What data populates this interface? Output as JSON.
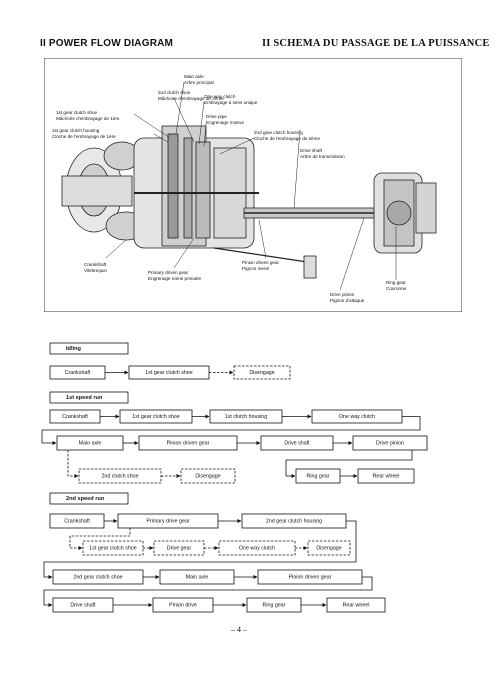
{
  "header": {
    "left": "II POWER FLOW DIAGRAM",
    "right": "II SCHEMA DU PASSAGE DE LA PUISSANCE"
  },
  "diagram_labels": {
    "main_axle": "Main axle",
    "main_axle_fr": "Arbre principal",
    "clutch2": "2nd clutch shoe",
    "clutch2_fr": "Mâchoire d'embrayage de 2ème",
    "one_way": "One way clutch",
    "one_way_fr": "Embrayage à sens unique",
    "clutch1": "1st gear clutch shoe",
    "clutch1_fr": "Mâchoire d'embrayage de 1ère",
    "housing1": "1st gear clutch housing",
    "housing1_fr": "Cloche de l'embrayage de 1ère",
    "drive_pipe": "Drive pipe",
    "drive_pipe_fr": "Engrenage moteur",
    "housing2": "2nd gear clutch housing",
    "housing2_fr": "Cloche de l'embrayage de 2ème",
    "drive_shaft": "Drive shaft",
    "drive_shaft_fr": "Arbre de transmission",
    "crankshaft": "Crankshaft",
    "crankshaft_fr": "Vilebrequin",
    "primary": "Primary driven gear",
    "primary_fr": "Engrenage mené primaire",
    "pinion_driven": "Pinion driven gear",
    "pinion_driven_fr": "Pignon mené",
    "drive_pinion": "Drive pinion",
    "drive_pinion_fr": "Pignon d'attaque",
    "ring_gear": "Ring gear",
    "ring_gear_fr": "Couronne"
  },
  "idling": {
    "title": "Idling",
    "crankshaft": "Crankshaft",
    "clutch1": "1st gear clutch shoe",
    "disengage": "Disengage"
  },
  "speed1": {
    "title": "1st speed run",
    "crankshaft": "Crankshaft",
    "clutch1": "1st gear clutch shoe",
    "housing1": "1st clutch housing",
    "one_way": "One way clutch",
    "main_axle": "Main axle",
    "pinion_driven": "Pinion driven gear",
    "drive_shaft": "Drive shaft",
    "drive_pinion": "Drive pinion",
    "clutch2": "2nd clutch shoe",
    "disengage": "Disengage",
    "ring_gear": "Ring gear",
    "rear_wheel": "Rear wheel"
  },
  "speed2": {
    "title": "2nd speed run",
    "crankshaft": "Crankshaft",
    "primary": "Primary drive gear",
    "housing2": "2nd gear clutch housing",
    "clutch1": "1st gear clutch shoe",
    "drive_gear": "Drive gear",
    "one_way": "One way clutch",
    "disengage": "Disengage",
    "clutch2": "2nd gear clutch shoe",
    "main_axle": "Main axle",
    "pinion_driven": "Pinion driven gear",
    "drive_shaft": "Drive shaft",
    "pinion_drive": "Pinion drive",
    "ring_gear": "Ring gear",
    "rear_wheel": "Rear wheel"
  },
  "page_number": "– 4 –"
}
